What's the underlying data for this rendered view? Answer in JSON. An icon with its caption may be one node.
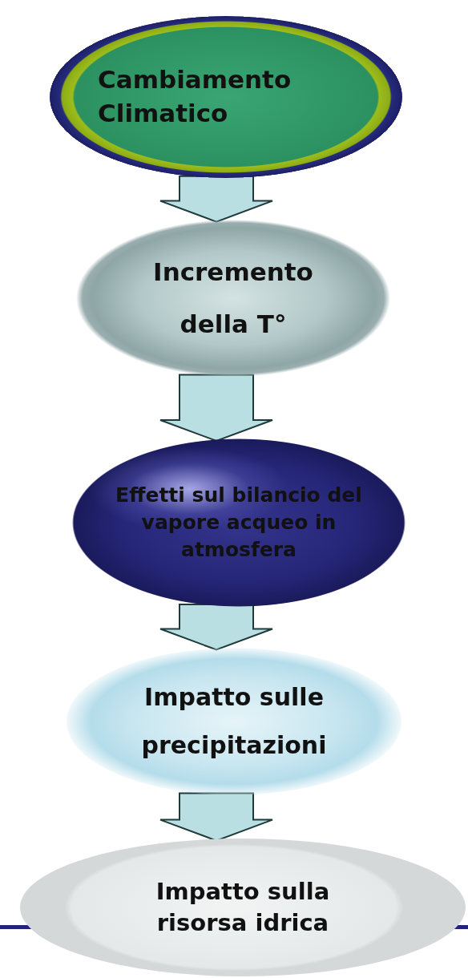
{
  "diagram": {
    "nodes": [
      {
        "text": [
          "Cambiamento Climatico"
        ]
      },
      {
        "text": [
          "Incremento della T°"
        ]
      },
      {
        "text": [
          "Effetti sul bilancio del vapore acqueo in atmosfera"
        ]
      },
      {
        "text": [
          "Impatto sulle precipitazioni"
        ]
      },
      {
        "text": [
          "Impatto sulla risorsa idrica"
        ]
      }
    ],
    "edges": [
      {
        "from": 0,
        "to": 1,
        "arrow": "to"
      },
      {
        "from": 1,
        "to": 2,
        "arrow": "to"
      },
      {
        "from": 2,
        "to": 3,
        "arrow": "to"
      },
      {
        "from": 3,
        "to": 4,
        "arrow": "to"
      }
    ]
  }
}
